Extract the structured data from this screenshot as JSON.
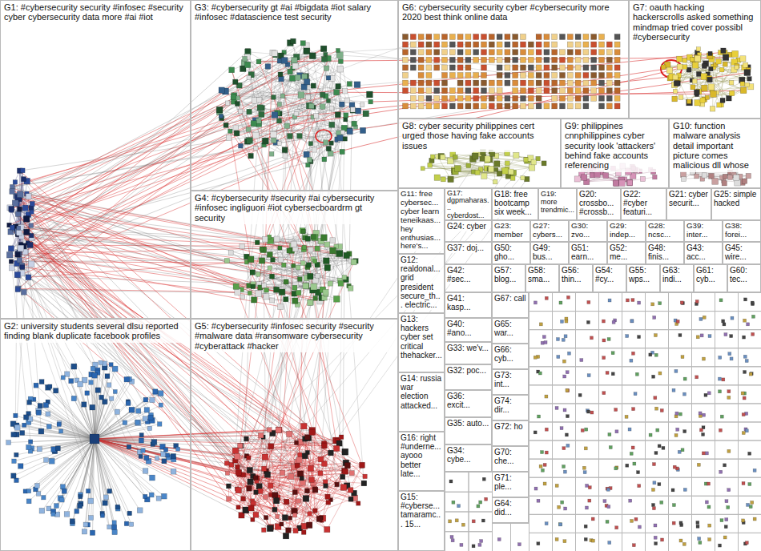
{
  "diagram": {
    "nodes": [
      {
        "text": [
          "G1: #cybersecurity security #infosec #security cyber cybersecurity data more #ai #iot"
        ]
      },
      {
        "text": [
          "G3: #cybersecurity gt #ai #bigdata #iot salary #infosec #datascience test security"
        ]
      },
      {
        "text": [
          "G6: cybersecurity security cyber #cybersecurity more 2020 best think online data"
        ]
      },
      {
        "text": [
          "G7: oauth hacking hackerscrolls asked something mindmap tried cover possibl #cybersecurity"
        ]
      },
      {
        "text": [
          "G8: cyber security philippines cert urged those having fake accounts issues"
        ]
      },
      {
        "text": [
          "G9: philippines cnnphilippines cyber security look 'attackers' behind fake accounts referencing"
        ]
      },
      {
        "text": [
          "G10: function malware analysis detail important picture comes malicious dll whose"
        ]
      },
      {
        "text": [
          "G4: #cybersecurity #security #ai cybersecurity #infosec ingliguori #iot cybersecboardrm gt security"
        ]
      },
      {
        "text": [
          "G2: university students several dlsu reported finding blank duplicate facebook profiles"
        ]
      },
      {
        "text": [
          "G5: #cybersecurity #infosec security #security #malware data #ransomware cybersecurity #cyberattack #hacker"
        ]
      },
      {
        "text": [
          "G11: free cybersec... cyber learn teneikaas... hey enthusias... here's..."
        ]
      },
      {
        "text": [
          "G12: realdonal... grid president secure_th... electric..."
        ]
      },
      {
        "text": [
          "G13: hackers cyber set critical thehacker..."
        ]
      },
      {
        "text": [
          "G14: russia war election attacked..."
        ]
      },
      {
        "text": [
          "G16: right #underne... ayooo better late..."
        ]
      },
      {
        "text": [
          "G15: #cyberse... tamaramc... 15..."
        ]
      },
      {
        "text": [
          "G17: dgpmaharas... cyberdost..."
        ]
      },
      {
        "text": [
          "G24: cyber"
        ]
      },
      {
        "text": [
          "G37: doj..."
        ]
      },
      {
        "text": [
          "G42: #sec..."
        ]
      },
      {
        "text": [
          "G41: kasp..."
        ]
      },
      {
        "text": [
          "G40: #ano..."
        ]
      },
      {
        "text": [
          "G33: we'v..."
        ]
      },
      {
        "text": [
          "G32: poc..."
        ]
      },
      {
        "text": [
          "G36: excit..."
        ]
      },
      {
        "text": [
          "G35: auto..."
        ]
      },
      {
        "text": [
          "G34: cybe..."
        ]
      },
      {
        "text": [
          "G18: free bootcamp six week..."
        ]
      },
      {
        "text": [
          "G19: more trendmic..."
        ]
      },
      {
        "text": [
          "G20: crossbo... #crossb..."
        ]
      },
      {
        "text": [
          "G22: #cyber featuri..."
        ]
      },
      {
        "text": [
          "G21: cyber securit..."
        ]
      },
      {
        "text": [
          "G25: simple hacked"
        ]
      },
      {
        "text": [
          "G23: member"
        ]
      },
      {
        "text": [
          "G27: cybers..."
        ]
      },
      {
        "text": [
          "G30: zvo..."
        ]
      },
      {
        "text": [
          "G29: indep..."
        ]
      },
      {
        "text": [
          "G28: ncsc..."
        ]
      },
      {
        "text": [
          "G39: inter..."
        ]
      },
      {
        "text": [
          "G38: forei..."
        ]
      },
      {
        "text": [
          "G50: gho..."
        ]
      },
      {
        "text": [
          "G49: bus..."
        ]
      },
      {
        "text": [
          "G51: earn..."
        ]
      },
      {
        "text": [
          "G52: me..."
        ]
      },
      {
        "text": [
          "G48: finis..."
        ]
      },
      {
        "text": [
          "G43: acc..."
        ]
      },
      {
        "text": [
          "G45: wire..."
        ]
      },
      {
        "text": [
          "G57: blog..."
        ]
      },
      {
        "text": [
          "G58: sma..."
        ]
      },
      {
        "text": [
          "G56: thin..."
        ]
      },
      {
        "text": [
          "G54: #cy..."
        ]
      },
      {
        "text": [
          "G55: wps..."
        ]
      },
      {
        "text": [
          "G63: indi..."
        ]
      },
      {
        "text": [
          "G61: cyb..."
        ]
      },
      {
        "text": [
          "G60: tec..."
        ]
      },
      {
        "text": [
          "G67: call"
        ]
      },
      {
        "text": [
          "G65: war..."
        ]
      },
      {
        "text": [
          "G66: cyb..."
        ]
      },
      {
        "text": [
          "G73: int..."
        ]
      },
      {
        "text": [
          "G74: dir..."
        ]
      },
      {
        "text": [
          "G72: ho"
        ]
      },
      {
        "text": [
          "G70: che..."
        ]
      },
      {
        "text": [
          "G71: ple..."
        ]
      },
      {
        "text": [
          "G64: did..."
        ]
      }
    ]
  }
}
